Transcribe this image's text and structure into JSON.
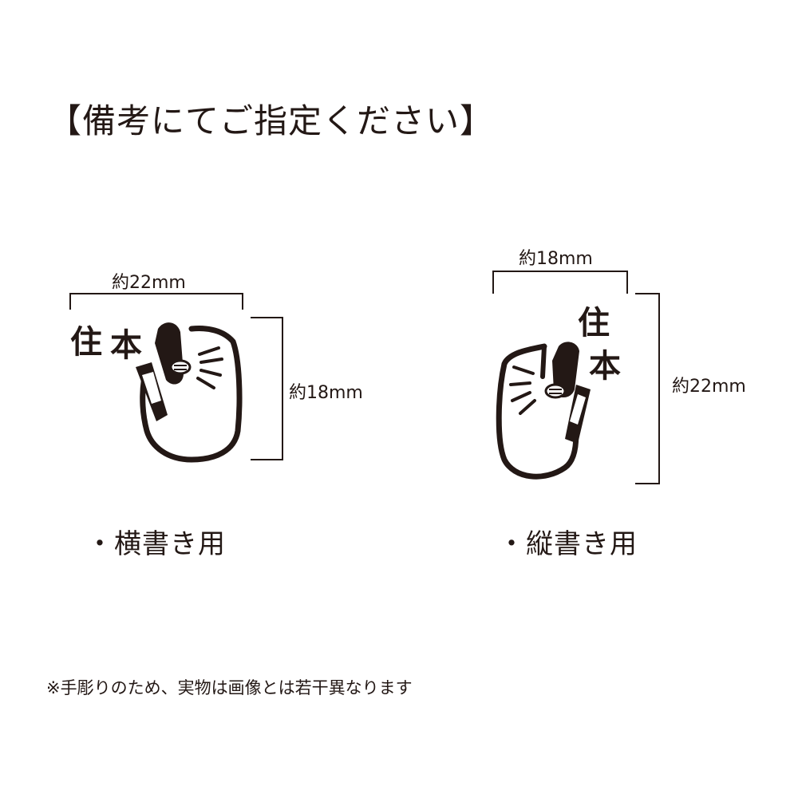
{
  "heading": "【備考にてご指定ください】",
  "horizontal": {
    "width_label": "約22mm",
    "height_label": "約18mm",
    "stamp_text": [
      "住",
      "本"
    ],
    "caption": "・横書き用"
  },
  "vertical": {
    "width_label": "約18mm",
    "height_label": "約22mm",
    "stamp_text": [
      "住",
      "本"
    ],
    "caption": "・縦書き用"
  },
  "footnote": "※手彫りのため、実物は画像とは若干異なります",
  "colors": {
    "ink": "#231815",
    "background": "#ffffff"
  }
}
